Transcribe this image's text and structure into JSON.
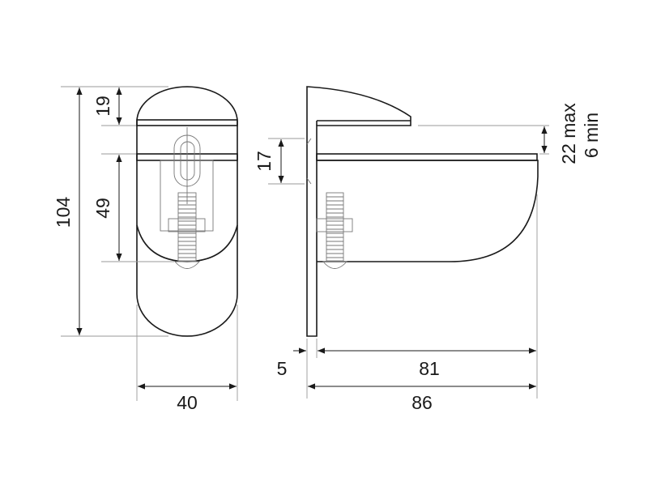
{
  "front_view": {
    "height_total": "104",
    "top_cap": "19",
    "jaw_to_screw": "49",
    "width": "40"
  },
  "side_view": {
    "jaw_height": "17",
    "gap_max": "22 max",
    "gap_min": "6 min",
    "plate_thickness": "5",
    "depth": "81",
    "total_depth": "86"
  },
  "colors": {
    "line": "#1a1a1a",
    "dimension_extension": "#999999"
  }
}
